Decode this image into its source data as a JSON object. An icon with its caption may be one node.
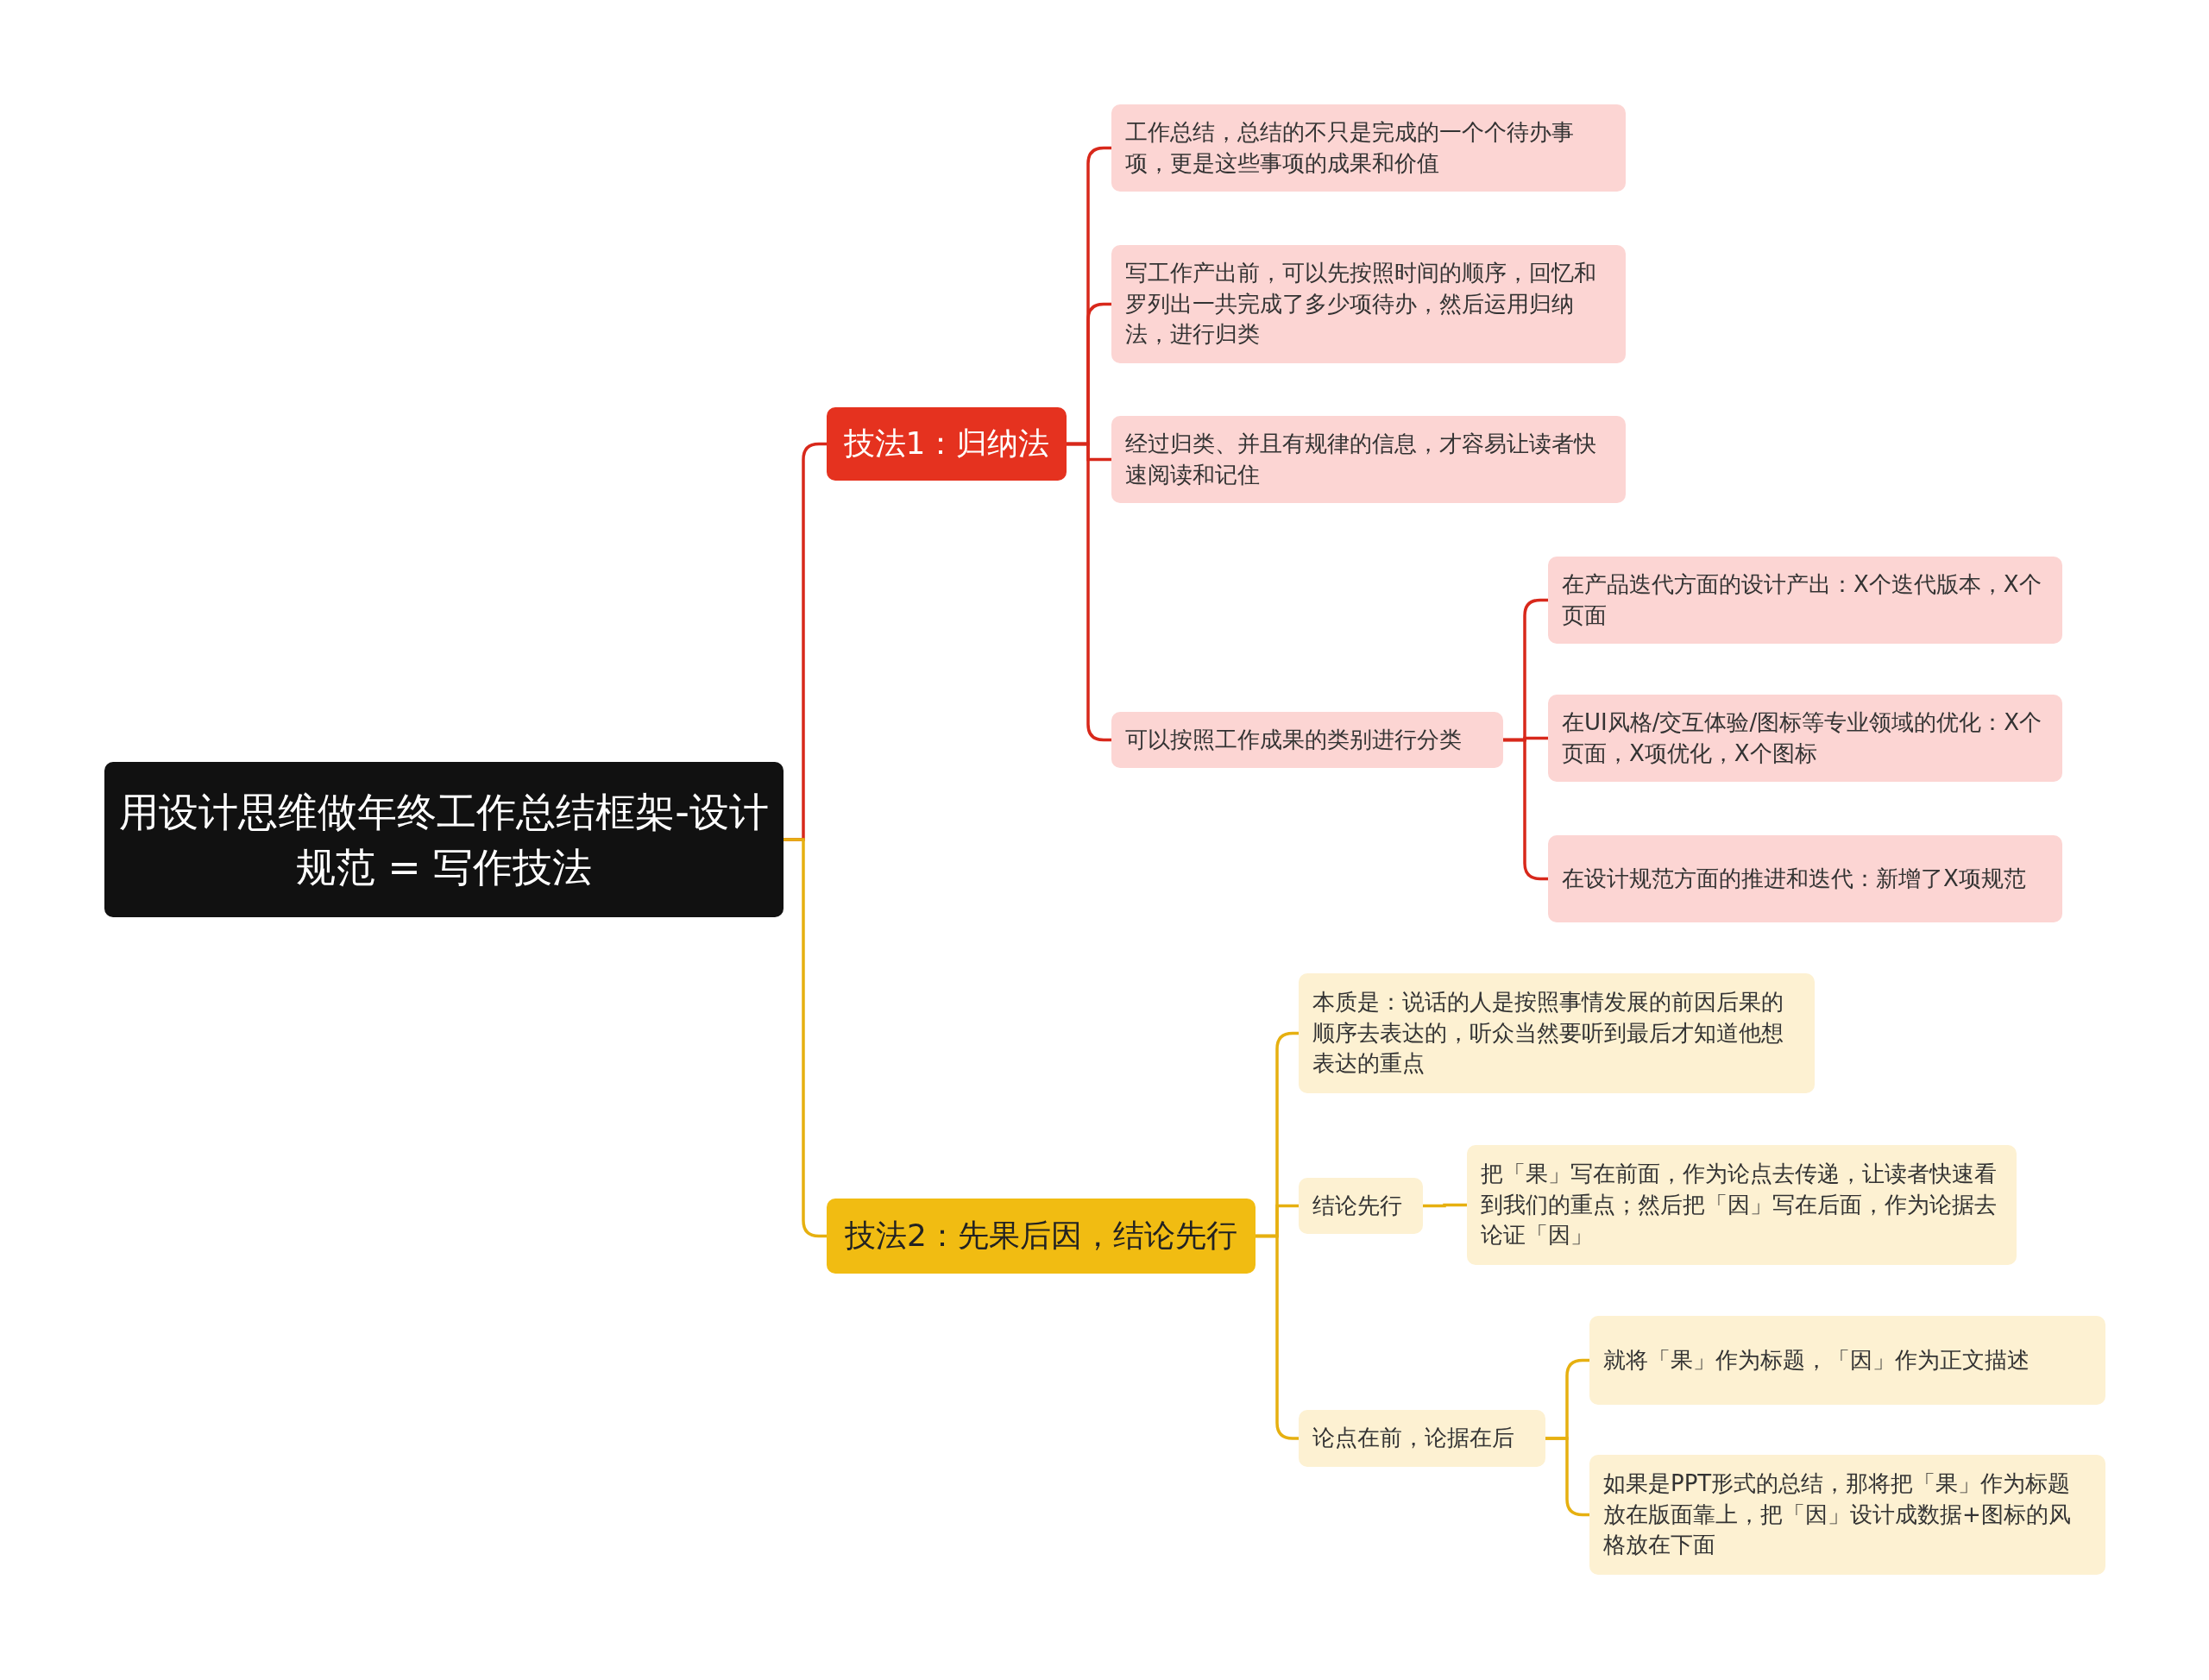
{
  "diagram": {
    "nodes": [
      {
        "text": [
          "用设计思维做年终工作总结框架-设计规范 = 写作技法"
        ]
      },
      {
        "text": [
          "技法1：归纳法"
        ]
      },
      {
        "text": [
          "工作总结，总结的不只是完成的一个个待办事项，更是这些事项的成果和价值"
        ]
      },
      {
        "text": [
          "写工作产出前，可以先按照时间的顺序，回忆和罗列出一共完成了多少项待办，然后运用归纳法，进行归类"
        ]
      },
      {
        "text": [
          "经过归类、并且有规律的信息，才容易让读者快速阅读和记住"
        ]
      },
      {
        "text": [
          "可以按照工作成果的类别进行分类"
        ]
      },
      {
        "text": [
          "在产品迭代方面的设计产出：X个迭代版本，X个页面"
        ]
      },
      {
        "text": [
          "在UI风格/交互体验/图标等专业领域的优化：X个页面，X项优化，X个图标"
        ]
      },
      {
        "text": [
          "在设计规范方面的推进和迭代：新增了X项规范"
        ]
      },
      {
        "text": [
          "技法2：先果后因，结论先行"
        ]
      },
      {
        "text": [
          "本质是：说话的人是按照事情发展的前因后果的顺序去表达的，听众当然要听到最后才知道他想表达的重点"
        ]
      },
      {
        "text": [
          "结论先行"
        ]
      },
      {
        "text": [
          "把「果」写在前面，作为论点去传递，让读者快速看到我们的重点；然后把「因」写在后面，作为论据去论证「因」"
        ]
      },
      {
        "text": [
          "论点在前，论据在后"
        ]
      },
      {
        "text": [
          "就将「果」作为标题，「因」作为正文描述"
        ]
      },
      {
        "text": [
          "如果是PPT形式的总结，那将把「果」作为标题放在版面靠上，把「因」设计成数据+图标的风格放在下面"
        ]
      }
    ],
    "edges": [
      {
        "from": 0,
        "to": 1,
        "arrow": "none",
        "color": "#d8281b"
      },
      {
        "from": 0,
        "to": 9,
        "arrow": "none",
        "color": "#e6b010"
      },
      {
        "from": 1,
        "to": 2,
        "arrow": "none",
        "color": "#d8281b"
      },
      {
        "from": 1,
        "to": 3,
        "arrow": "none",
        "color": "#d8281b"
      },
      {
        "from": 1,
        "to": 4,
        "arrow": "none",
        "color": "#d8281b"
      },
      {
        "from": 1,
        "to": 5,
        "arrow": "none",
        "color": "#d8281b"
      },
      {
        "from": 5,
        "to": 6,
        "arrow": "none",
        "color": "#d8281b"
      },
      {
        "from": 5,
        "to": 7,
        "arrow": "none",
        "color": "#d8281b"
      },
      {
        "from": 5,
        "to": 8,
        "arrow": "none",
        "color": "#d8281b"
      },
      {
        "from": 9,
        "to": 10,
        "arrow": "none",
        "color": "#e6b010"
      },
      {
        "from": 9,
        "to": 11,
        "arrow": "none",
        "color": "#e6b010"
      },
      {
        "from": 11,
        "to": 12,
        "arrow": "none",
        "color": "#e6b010"
      },
      {
        "from": 9,
        "to": 13,
        "arrow": "none",
        "color": "#e6b010"
      },
      {
        "from": 13,
        "to": 14,
        "arrow": "none",
        "color": "#e6b010"
      },
      {
        "from": 13,
        "to": 15,
        "arrow": "none",
        "color": "#e6b010"
      }
    ]
  }
}
